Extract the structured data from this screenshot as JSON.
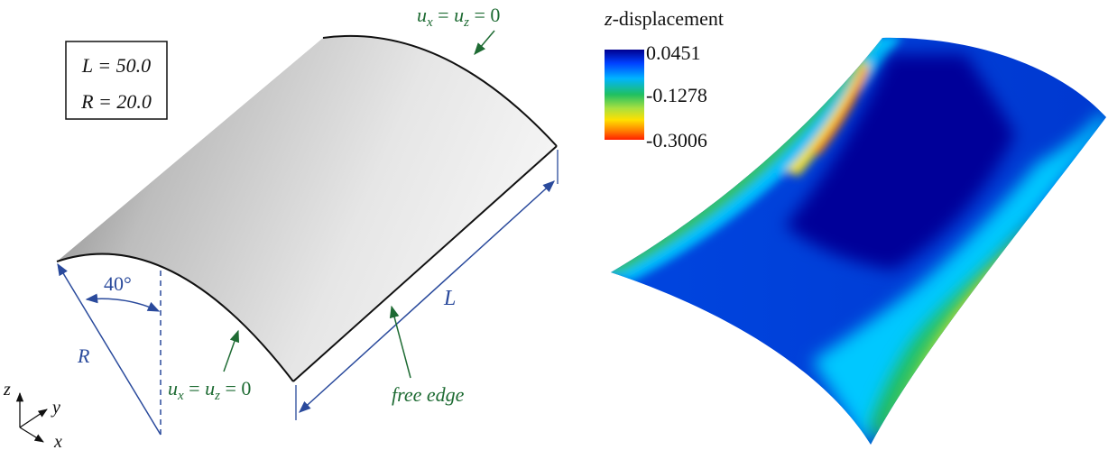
{
  "params": {
    "line1": "L = 50.0",
    "line2": "R = 20.0"
  },
  "labels": {
    "angle": "40°",
    "radius": "R",
    "length": "L",
    "bc_top": "ux = uz = 0",
    "bc_bottom": "ux = uz = 0",
    "free_edge": "free edge"
  },
  "axes": {
    "z": "z",
    "y": "y",
    "x": "x"
  },
  "legend": {
    "title_var": "z",
    "title_rest": "-displacement",
    "max": "0.0451",
    "mid": "-0.1278",
    "min": "-0.3006"
  },
  "colors": {
    "annotation_blue": "#2a4a9c",
    "annotation_green": "#1e6b33",
    "colormap": [
      "#00008f",
      "#0050ff",
      "#00c8ff",
      "#20c060",
      "#b0e040",
      "#ffe000",
      "#ff8000",
      "#ff2000"
    ]
  }
}
